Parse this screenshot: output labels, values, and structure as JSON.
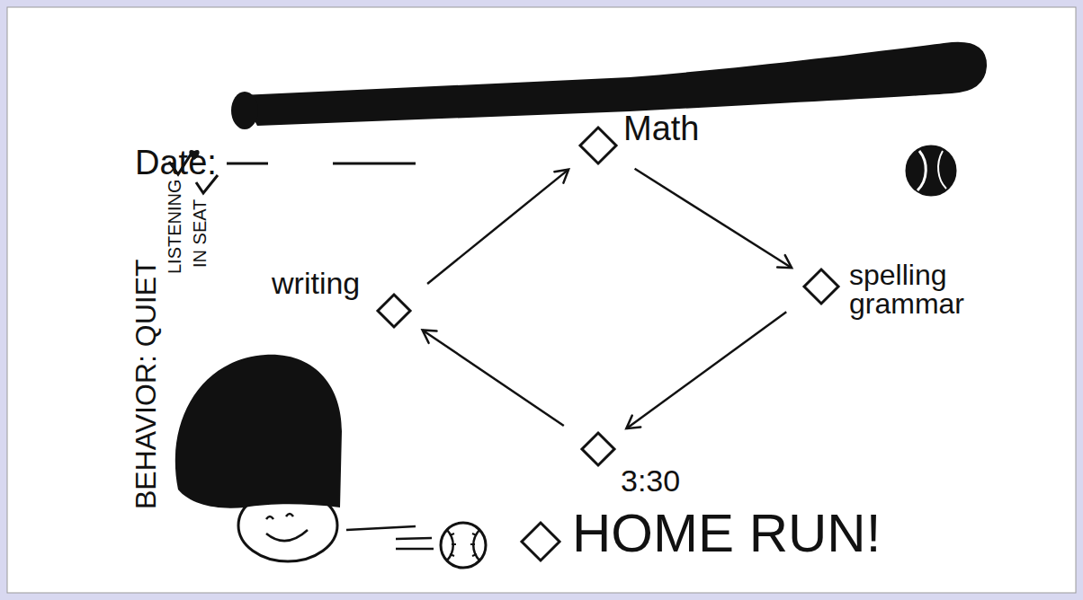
{
  "diagram": {
    "nodes": [
      {
        "text": [
          "Math"
        ]
      },
      {
        "text": [
          "spelling grammar"
        ]
      },
      {
        "text": [
          "writing"
        ]
      },
      {
        "text": [
          "3:30"
        ]
      },
      {
        "text": [
          "HOME RUN!"
        ]
      }
    ],
    "edges": [
      {
        "from": 2,
        "to": 0,
        "arrow": "to"
      },
      {
        "from": 0,
        "to": 1,
        "arrow": "to"
      },
      {
        "from": 1,
        "to": 3,
        "arrow": "to"
      },
      {
        "from": 3,
        "to": 2,
        "arrow": "to"
      }
    ],
    "labels": [
      "Date:",
      "BEHAVIOR: QUIET",
      "LISTENING",
      "IN SEAT"
    ]
  }
}
